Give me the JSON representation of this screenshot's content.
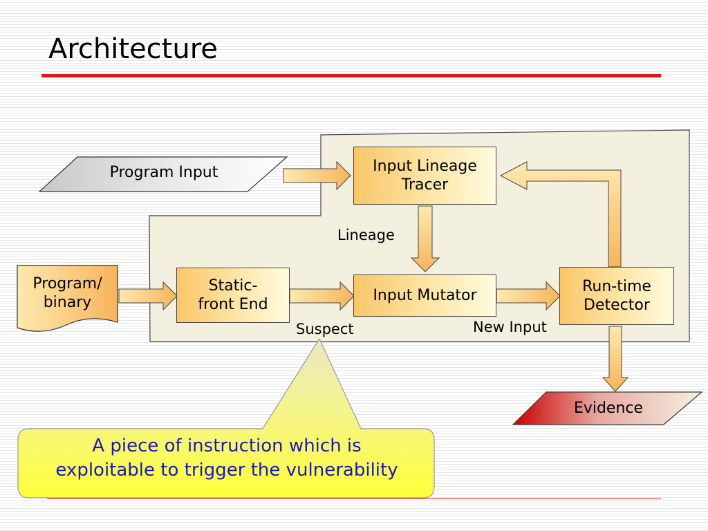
{
  "title": "Architecture",
  "nodes": {
    "program_input": "Program Input",
    "program_binary": "Program/\nbinary",
    "input_lineage_tracer": "Input Lineage\nTracer",
    "static_front_end": "Static-\nfront End",
    "input_mutator": "Input Mutator",
    "runtime_detector": "Run-time\nDetector",
    "evidence": "Evidence"
  },
  "edge_labels": {
    "lineage": "Lineage",
    "suspect": "Suspect",
    "new_input": "New Input"
  },
  "callout": {
    "text": "A piece of instruction which is\nexploitable to trigger the vulnerability"
  }
}
